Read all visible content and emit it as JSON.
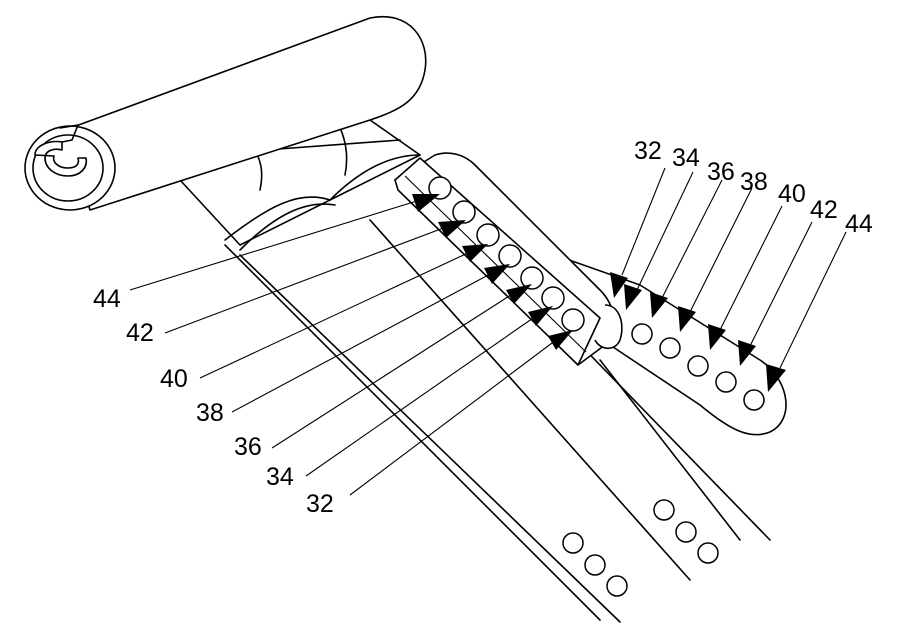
{
  "callouts": {
    "bracket_labels": [
      "44",
      "42",
      "40",
      "38",
      "36",
      "34",
      "32"
    ],
    "strap_labels": [
      "32",
      "34",
      "36",
      "38",
      "40",
      "42",
      "44"
    ]
  },
  "colors": {
    "line": "#000000",
    "background": "#ffffff"
  }
}
